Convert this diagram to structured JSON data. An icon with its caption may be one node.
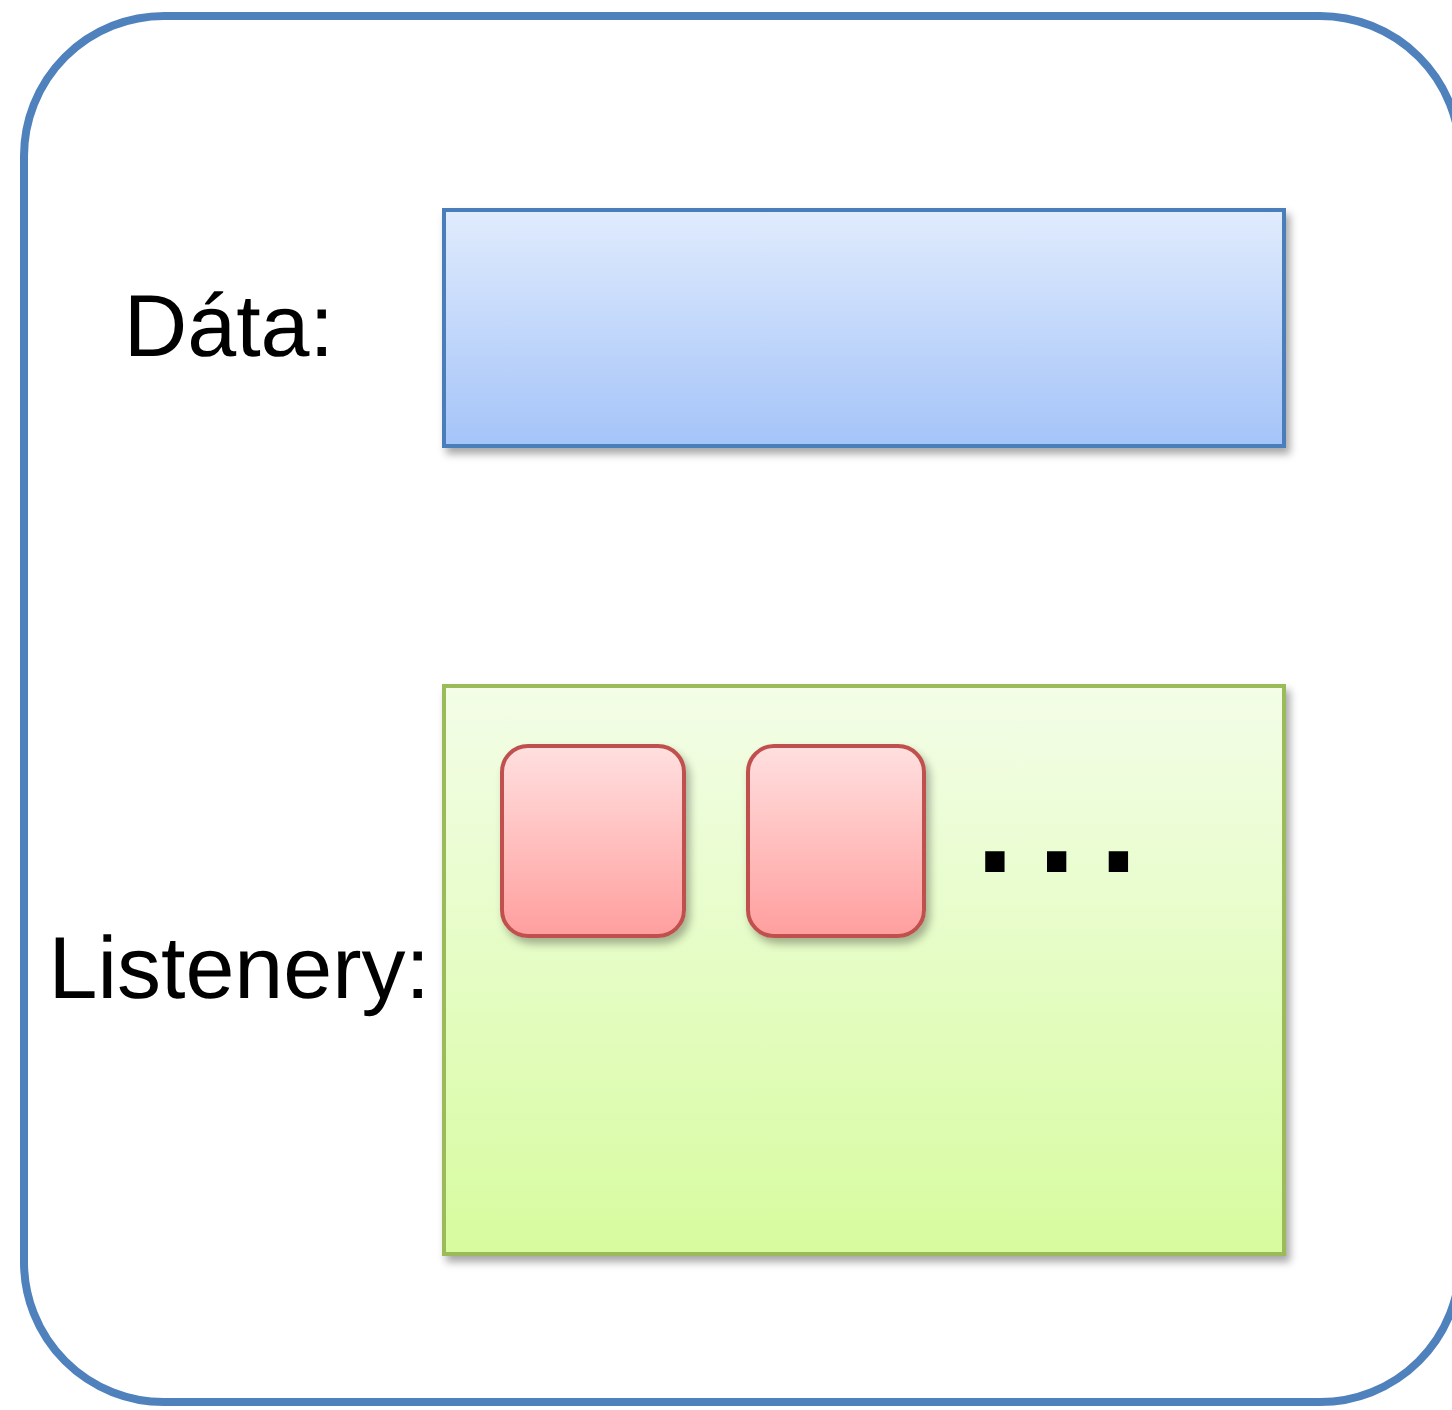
{
  "diagram": {
    "nodes": [
      {
        "text": [],
        "shape": "box"
      },
      {
        "text": [
          "Dáta:"
        ],
        "in": 0
      },
      {
        "text": [
          "Listenery:"
        ],
        "in": 0
      },
      {
        "text": [],
        "shape": "box",
        "in": 2
      },
      {
        "text": [],
        "shape": "box",
        "in": 2
      }
    ],
    "labels": [
      "..."
    ]
  }
}
